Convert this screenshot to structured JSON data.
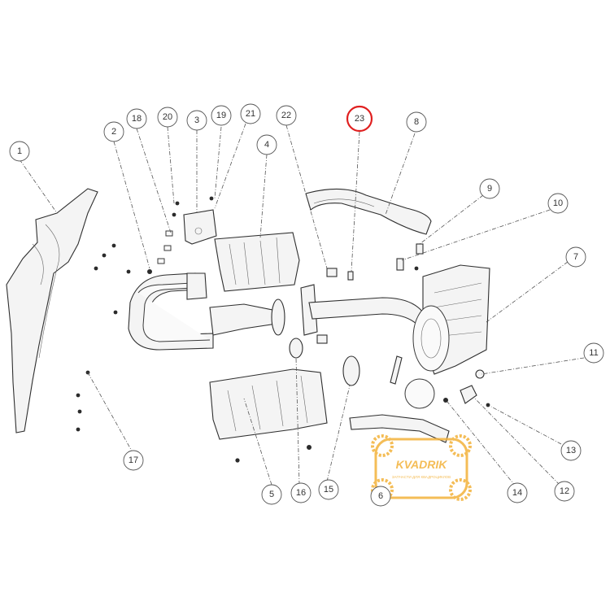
{
  "callouts": [
    {
      "id": "1",
      "label": "1",
      "highlighted": false
    },
    {
      "id": "2",
      "label": "2",
      "highlighted": false
    },
    {
      "id": "3",
      "label": "3",
      "highlighted": false
    },
    {
      "id": "4",
      "label": "4",
      "highlighted": false
    },
    {
      "id": "5",
      "label": "5",
      "highlighted": false
    },
    {
      "id": "6",
      "label": "6",
      "highlighted": false
    },
    {
      "id": "7",
      "label": "7",
      "highlighted": false
    },
    {
      "id": "8",
      "label": "8",
      "highlighted": false
    },
    {
      "id": "9",
      "label": "9",
      "highlighted": false
    },
    {
      "id": "10",
      "label": "10",
      "highlighted": false
    },
    {
      "id": "11",
      "label": "11",
      "highlighted": false
    },
    {
      "id": "12",
      "label": "12",
      "highlighted": false
    },
    {
      "id": "13",
      "label": "13",
      "highlighted": false
    },
    {
      "id": "14",
      "label": "14",
      "highlighted": false
    },
    {
      "id": "15",
      "label": "15",
      "highlighted": false
    },
    {
      "id": "16",
      "label": "16",
      "highlighted": false
    },
    {
      "id": "17",
      "label": "17",
      "highlighted": false
    },
    {
      "id": "18",
      "label": "18",
      "highlighted": false
    },
    {
      "id": "19",
      "label": "19",
      "highlighted": false
    },
    {
      "id": "20",
      "label": "20",
      "highlighted": false
    },
    {
      "id": "21",
      "label": "21",
      "highlighted": false
    },
    {
      "id": "22",
      "label": "22",
      "highlighted": false
    },
    {
      "id": "23",
      "label": "23",
      "highlighted": true
    }
  ],
  "watermark": {
    "brand": "KVADRIK",
    "tagline": "ЗАПЧАСТИ ДЛЯ КВАДРОЦИКЛОВ",
    "color": "#f3b23a"
  },
  "colors": {
    "highlight": "#e02020",
    "line": "#555555"
  }
}
